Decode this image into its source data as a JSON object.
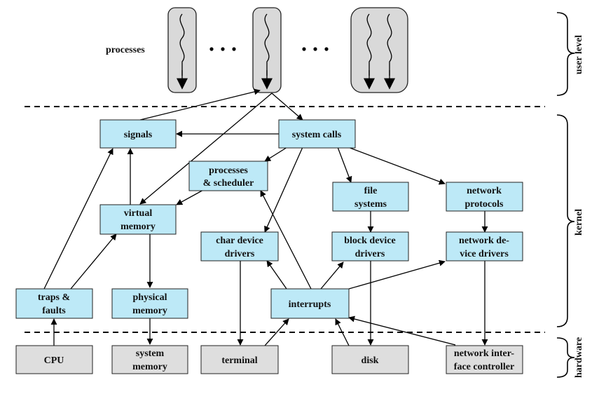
{
  "labels": {
    "processes": "processes",
    "user_level": "user level",
    "kernel": "kernel",
    "hardware": "hardware"
  },
  "kernel": {
    "signals": "signals",
    "system_calls": "system calls",
    "processes_scheduler": [
      "processes",
      "& scheduler"
    ],
    "virtual_memory": [
      "virtual",
      "memory"
    ],
    "file_systems": [
      "file",
      "systems"
    ],
    "network_protocols": [
      "network",
      "protocols"
    ],
    "char_device_drivers": [
      "char device",
      "drivers"
    ],
    "block_device_drivers": [
      "block device",
      "drivers"
    ],
    "network_device_drivers": [
      "network de-",
      "vice drivers"
    ],
    "traps_faults": [
      "traps &",
      "faults"
    ],
    "physical_memory": [
      "physical",
      "memory"
    ],
    "interrupts": "interrupts"
  },
  "hardware": {
    "cpu": "CPU",
    "system_memory": [
      "system",
      "memory"
    ],
    "terminal": "terminal",
    "disk": "disk",
    "nic": [
      "network inter-",
      "face controller"
    ]
  },
  "colors": {
    "kernel_box": "#bde9f7",
    "hardware_box": "#dedede",
    "process_box": "#d9d9d9"
  }
}
